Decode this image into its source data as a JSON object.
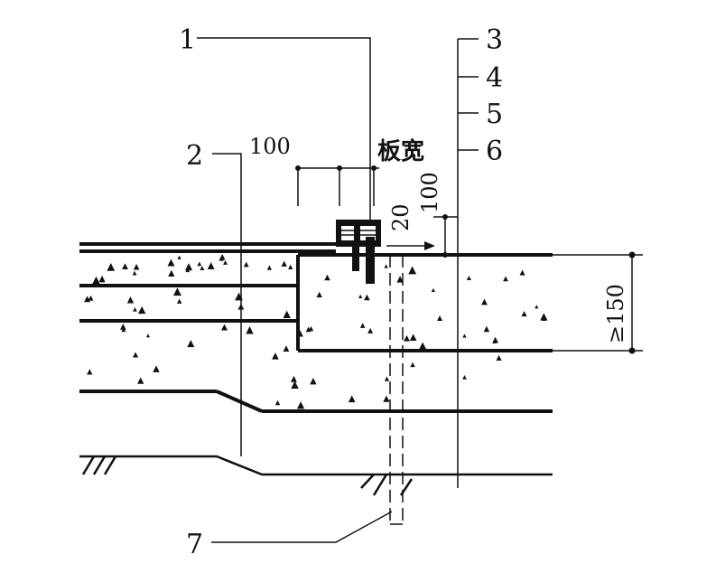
{
  "callouts": {
    "c1": "1",
    "c2": "2",
    "c3": "3",
    "c4": "4",
    "c5": "5",
    "c6": "6",
    "c7": "7"
  },
  "dimensions": {
    "d100_top": "100",
    "board_width": "板宽",
    "d100_vertical": "100",
    "d20": "20",
    "d150": "≥150"
  },
  "colors": {
    "ink": "#111111",
    "background": "#ffffff"
  }
}
